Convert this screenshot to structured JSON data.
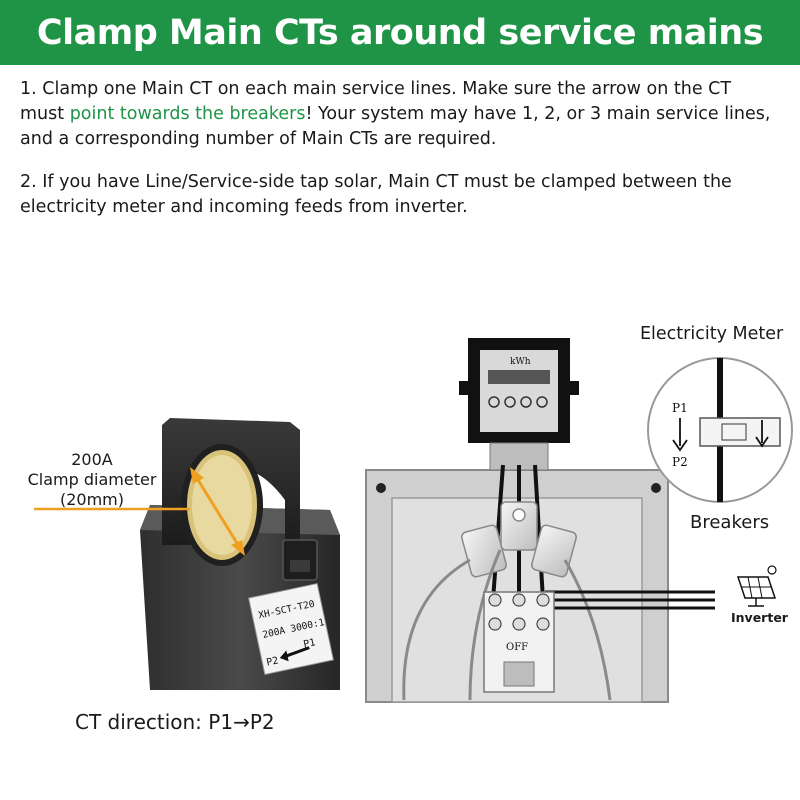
{
  "header": {
    "title": "Clamp Main CTs around service mains"
  },
  "instructions": {
    "step1_prefix": "1. Clamp one Main CT on each main service lines. Make sure the arrow on the CT must ",
    "step1_highlight": "point towards the breakers",
    "step1_suffix": "! Your system may have 1, 2, or 3 main service lines, and a corresponding number of Main CTs are required.",
    "step2": "2. If you have Line/Service-side tap solar, Main CT must be clamped between the electricity meter and incoming feeds from inverter."
  },
  "ct_sensor": {
    "clamp_rating": "200A",
    "clamp_label": "Clamp diameter",
    "clamp_size": "(20mm)",
    "model": "XH-SCT-T20",
    "spec": "200A 3000:1",
    "terminal_p1": "P1",
    "terminal_p2": "P2",
    "direction_caption": "CT direction:  P1→P2"
  },
  "diagram": {
    "meter_label": "Electricity Meter",
    "meter_unit": "kWh",
    "breakers_label": "Breakers",
    "breaker_state": "OFF",
    "inverter_label": "Inverter",
    "zoom_p1": "P1",
    "zoom_p2": "P2"
  },
  "colors": {
    "brand_green": "#1f9446",
    "highlight_orange": "#f0a020",
    "panel_gray": "#d9d9d9"
  }
}
